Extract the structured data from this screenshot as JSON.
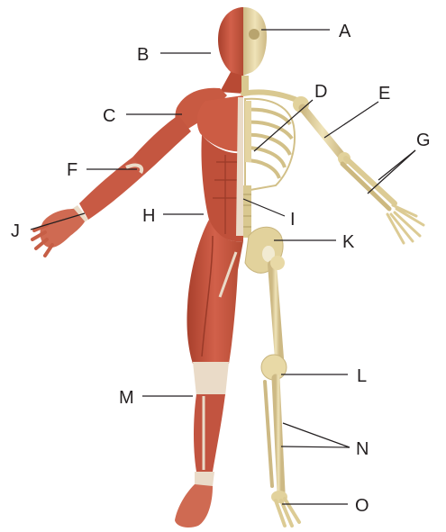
{
  "diagram": {
    "labels": [
      "A",
      "B",
      "C",
      "D",
      "E",
      "F",
      "G",
      "H",
      "I",
      "J",
      "K",
      "L",
      "M",
      "N",
      "O"
    ]
  },
  "colors": {
    "muscle": "#c8543c",
    "muscle_dark": "#a8402c",
    "muscle_light": "#df7d62",
    "tendon": "#eadbc8",
    "bone": "#e8d9a6",
    "bone_shadow": "#c8b57e",
    "text": "#231f20"
  }
}
